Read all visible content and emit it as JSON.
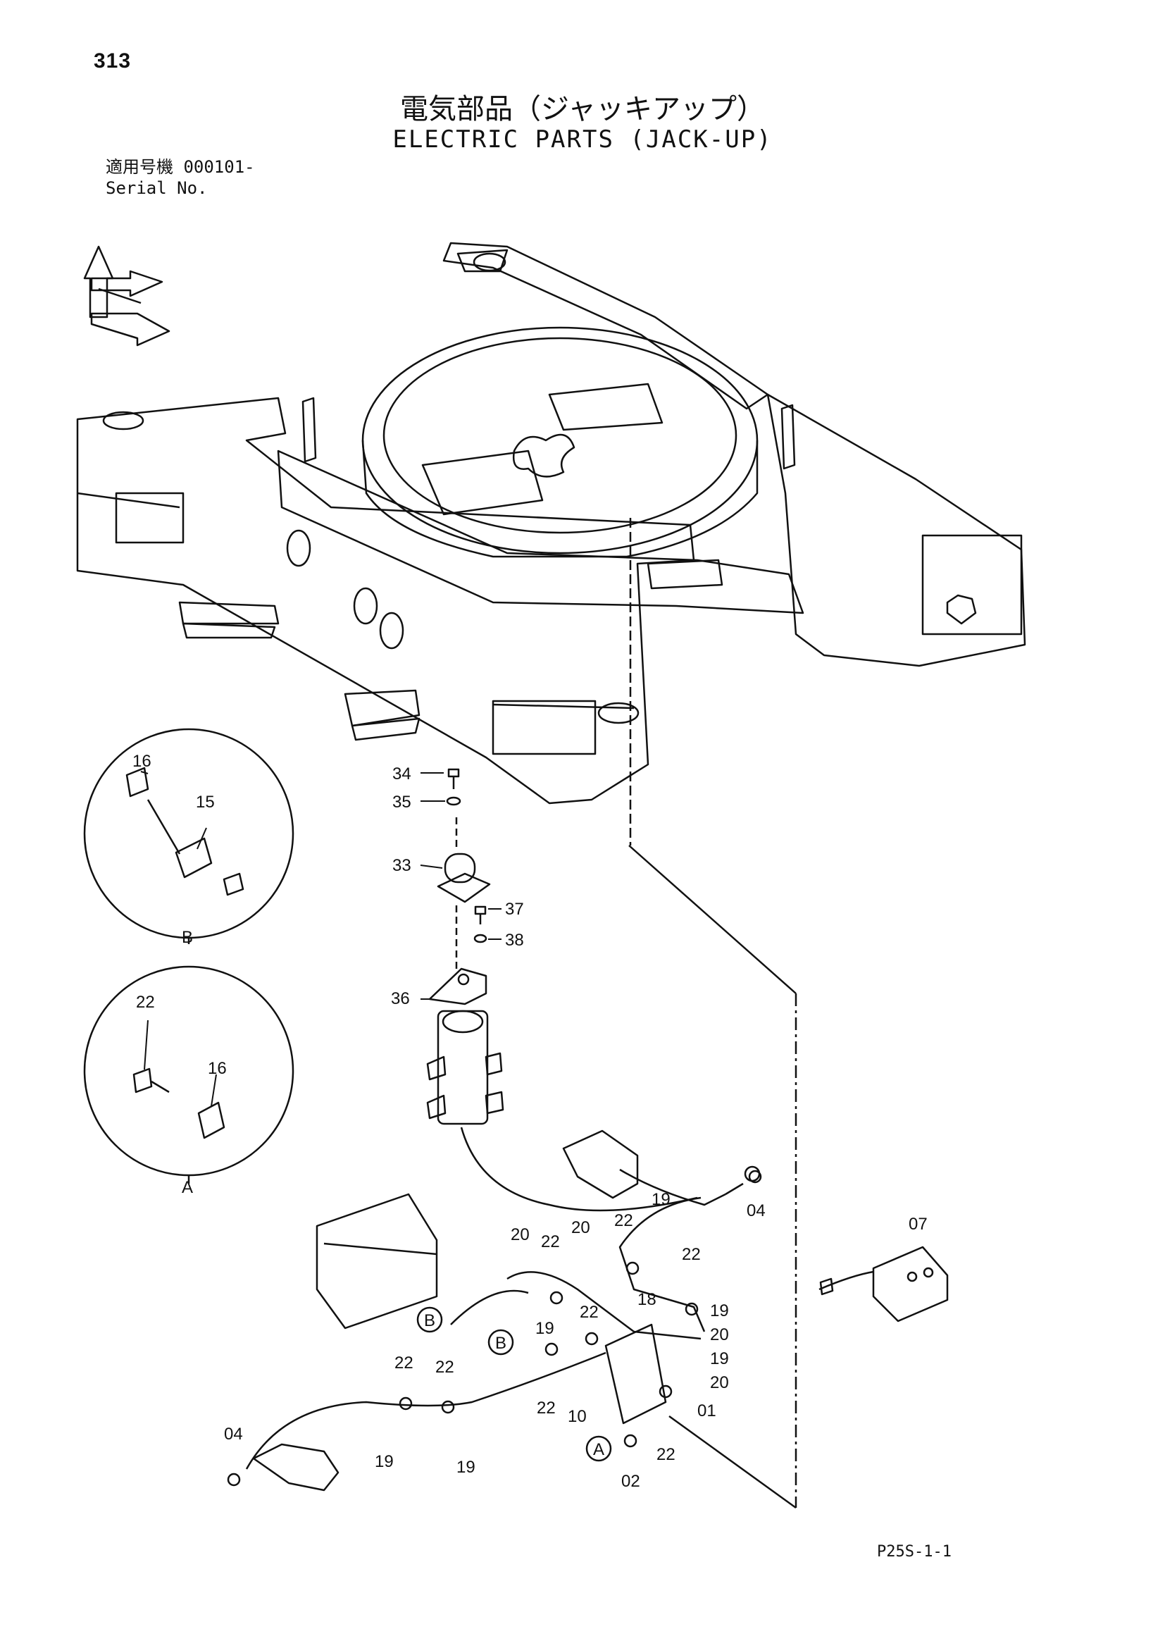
{
  "header": {
    "page_number": "313",
    "title_jp": "電気部品（ジャッキアップ）",
    "title_en": "ELECTRIC PARTS (JACK-UP)",
    "applicable_label_jp": "適用号機",
    "serial_value": "000101-",
    "serial_label_en": "Serial No."
  },
  "detail_views": [
    {
      "id": "B",
      "parts": [
        "16",
        "15"
      ]
    },
    {
      "id": "A",
      "parts": [
        "22",
        "16"
      ]
    }
  ],
  "callouts": {
    "p34": "34",
    "p35": "35",
    "p33": "33",
    "p37": "37",
    "p38": "38",
    "p36": "36",
    "p04a": "04",
    "p04b": "04",
    "p07": "07",
    "p19a": "19",
    "p19b": "19",
    "p19c": "19",
    "p19d": "19",
    "p19e": "19",
    "p19f": "19",
    "p20a": "20",
    "p20b": "20",
    "p20c": "20",
    "p20d": "20",
    "p22a": "22",
    "p22b": "22",
    "p22c": "22",
    "p22d": "22",
    "p22e": "22",
    "p22f": "22",
    "p22g": "22",
    "p22h": "22",
    "p18": "18",
    "p10": "10",
    "p01": "01",
    "p02": "02"
  },
  "markers": {
    "circle_b1": "B",
    "circle_b2": "B",
    "circle_a": "A"
  },
  "footer": {
    "doc_code": "P25S-1-1"
  }
}
